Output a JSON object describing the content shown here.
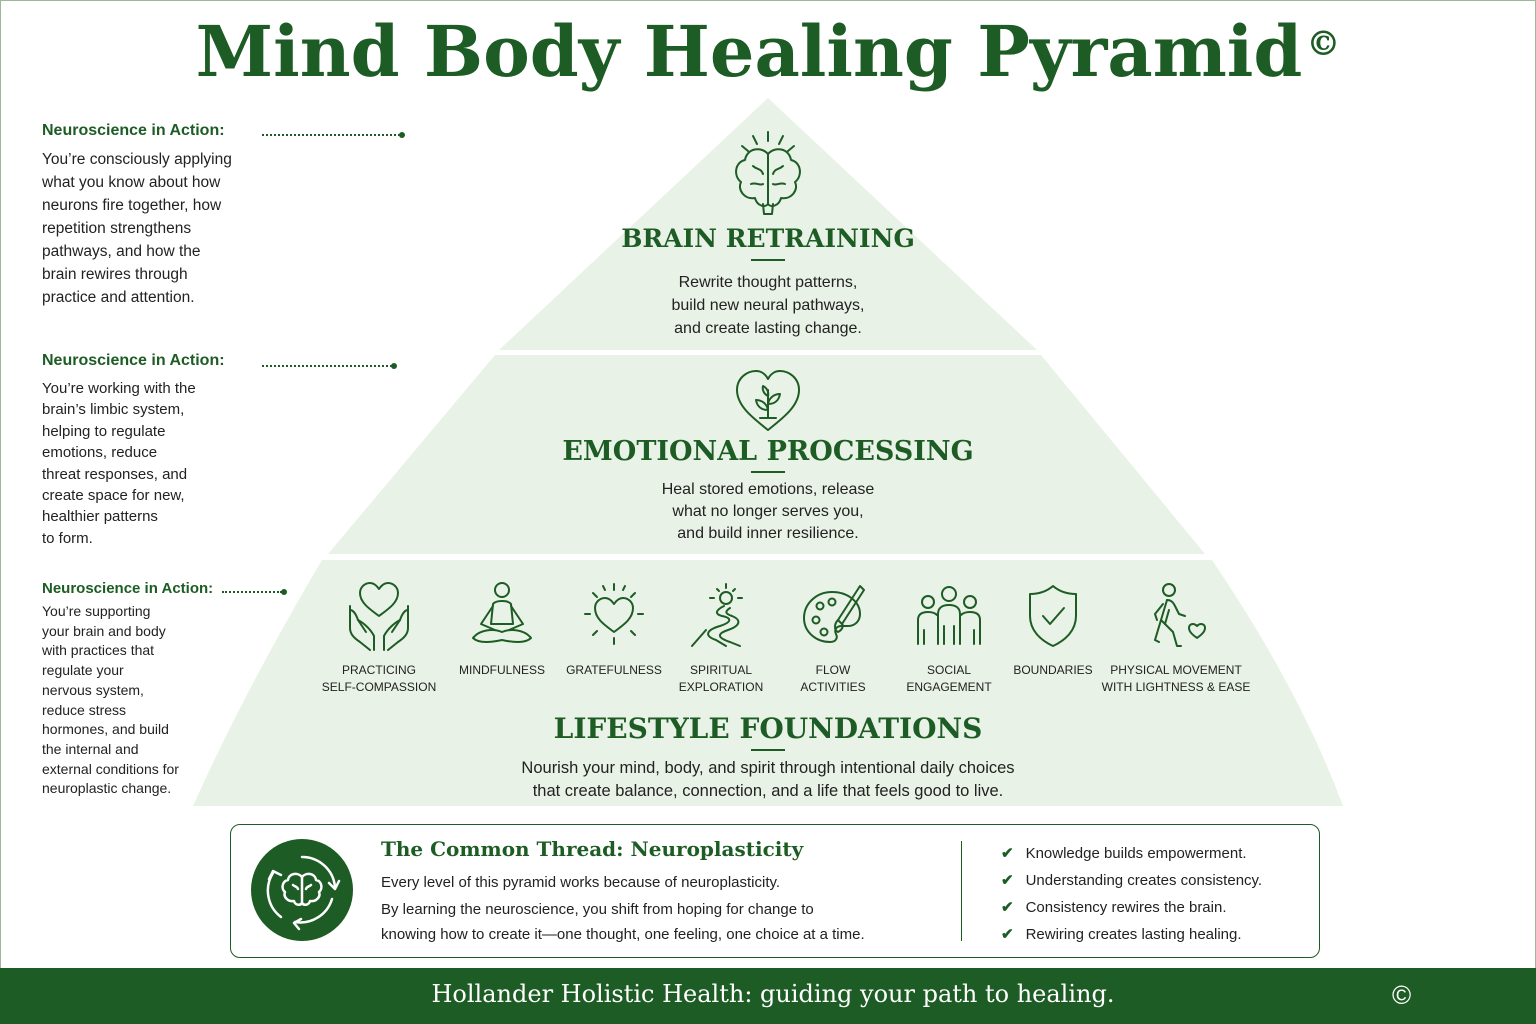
{
  "title": "Mind Body Healing Pyramid",
  "title_mark": "©",
  "colors": {
    "brand_green": "#1d5c24",
    "tier_fill": "#e9f2e6",
    "background": "#ffffff"
  },
  "side_notes": [
    {
      "heading": "Neuroscience in Action:",
      "text": "You’re consciously applying\nwhat you know about how\nneurons fire together, how\nrepetition strengthens\npathways, and how the\nbrain rewires through\npractice and attention."
    },
    {
      "heading": "Neuroscience in Action:",
      "text": "You’re working with the\nbrain’s limbic system,\nhelping to regulate\nemotions, reduce\nthreat responses, and\ncreate space for new,\nhealthier patterns\nto form."
    },
    {
      "heading": "Neuroscience in Action:",
      "text": "You’re supporting\nyour brain and body\nwith practices that\nregulate your\nnervous system,\nreduce stress\nhormones, and build\nthe internal and\nexternal conditions for\nneuroplastic change."
    }
  ],
  "tiers": {
    "top": {
      "icon": "brain-icon",
      "title": "BRAIN RETRAINING",
      "description": "Rewrite thought patterns,\nbuild new neural pathways,\nand create lasting change."
    },
    "middle": {
      "icon": "heart-sprout-icon",
      "title": "EMOTIONAL PROCESSING",
      "description": "Heal stored emotions, release\nwhat no longer serves you,\nand build inner resilience."
    },
    "base": {
      "title": "LIFESTYLE FOUNDATIONS",
      "description": "Nourish your mind, body, and spirit through intentional daily choices\nthat create balance, connection, and a life that feels good to live.",
      "practices": [
        {
          "icon": "hands-heart-icon",
          "label": "PRACTICING\nSELF-COMPASSION"
        },
        {
          "icon": "meditation-icon",
          "label": "MINDFULNESS"
        },
        {
          "icon": "radiant-heart-icon",
          "label": "GRATEFULNESS"
        },
        {
          "icon": "path-light-icon",
          "label": "SPIRITUAL\nEXPLORATION"
        },
        {
          "icon": "palette-brush-icon",
          "label": "FLOW\nACTIVITIES"
        },
        {
          "icon": "people-group-icon",
          "label": "SOCIAL\nENGAGEMENT"
        },
        {
          "icon": "shield-check-icon",
          "label": "BOUNDARIES"
        },
        {
          "icon": "walking-person-icon",
          "label": "PHYSICAL MOVEMENT\nWITH LIGHTNESS & EASE"
        }
      ]
    }
  },
  "common_thread": {
    "icon": "brain-cycle-icon",
    "title": "The Common Thread: Neuroplasticity",
    "lines": [
      "Every level of this pyramid works because of neuroplasticity.",
      "By learning the neuroscience, you shift from hoping for change to",
      "knowing how to create it—one thought, one feeling, one choice at a time."
    ],
    "checklist": [
      "Knowledge builds empowerment.",
      "Understanding creates consistency.",
      "Consistency rewires the brain.",
      "Rewiring creates lasting healing."
    ],
    "check_mark": "✔"
  },
  "footer": {
    "tagline": "Hollander Holistic Health: guiding your path to healing.",
    "mark": "©"
  }
}
